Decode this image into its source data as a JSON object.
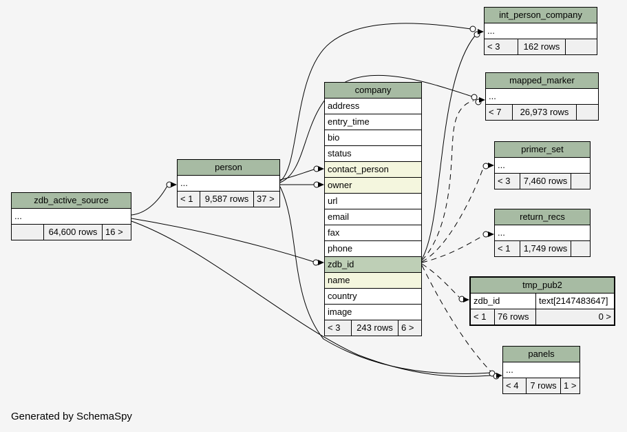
{
  "credit": "Generated by SchemaSpy",
  "colors": {
    "background": "#f5f5f5",
    "table_header": "#a7bba3",
    "primary_key_row": "#becfb6",
    "foreign_key_row": "#f4f6de",
    "line": "#000000"
  },
  "tables": {
    "int_person_company": {
      "title": "int_person_company",
      "rows": [
        "..."
      ],
      "footer": [
        "< 3",
        "162 rows",
        ""
      ]
    },
    "mapped_marker": {
      "title": "mapped_marker",
      "rows": [
        "..."
      ],
      "footer": [
        "< 7",
        "26,973 rows",
        ""
      ]
    },
    "primer_set": {
      "title": "primer_set",
      "rows": [
        "..."
      ],
      "footer": [
        "< 3",
        "7,460 rows",
        ""
      ]
    },
    "return_recs": {
      "title": "return_recs",
      "rows": [
        "..."
      ],
      "footer": [
        "< 1",
        "1,749 rows",
        ""
      ]
    },
    "tmp_pub2": {
      "title": "tmp_pub2",
      "column": "zdb_id",
      "column_type": "text[2147483647]",
      "footer": [
        "< 1",
        "76 rows",
        "0 >"
      ]
    },
    "panels": {
      "title": "panels",
      "rows": [
        "..."
      ],
      "footer": [
        "< 4",
        "7 rows",
        "1 >"
      ]
    },
    "person": {
      "title": "person",
      "rows": [
        "..."
      ],
      "footer": [
        "< 1",
        "9,587 rows",
        "37 >"
      ]
    },
    "zdb_active_source": {
      "title": "zdb_active_source",
      "rows": [
        "..."
      ],
      "footer": [
        "",
        "64,600 rows",
        "16 >"
      ]
    },
    "company": {
      "title": "company",
      "rows": [
        "address",
        "entry_time",
        "bio",
        "status",
        "contact_person",
        "owner",
        "url",
        "email",
        "fax",
        "phone",
        "zdb_id",
        "name",
        "country",
        "image"
      ],
      "footer": [
        "< 3",
        "243 rows",
        "6 >"
      ]
    }
  }
}
